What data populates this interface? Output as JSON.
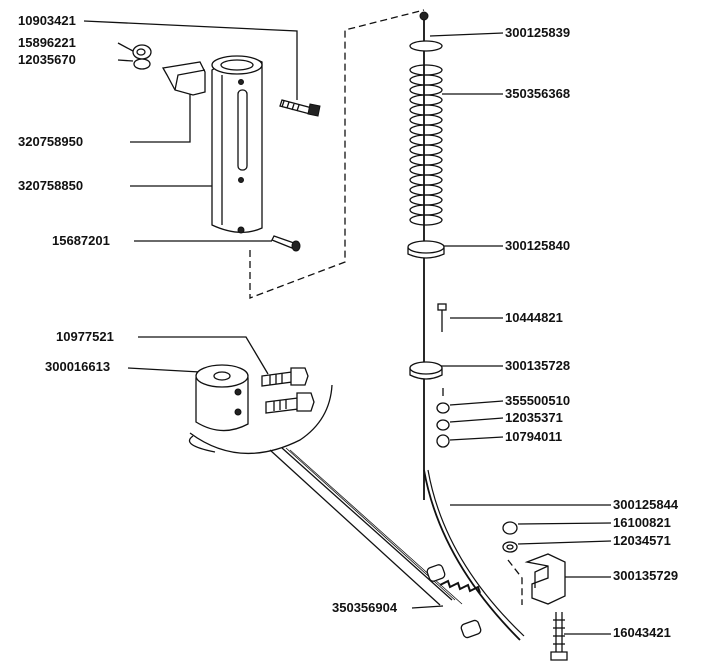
{
  "parts": [
    {
      "id": "p1",
      "number": "10903421"
    },
    {
      "id": "p2",
      "number": "15896221"
    },
    {
      "id": "p3",
      "number": "12035670"
    },
    {
      "id": "p4",
      "number": "320758950"
    },
    {
      "id": "p5",
      "number": "320758850"
    },
    {
      "id": "p6",
      "number": "15687201"
    },
    {
      "id": "p7",
      "number": "10977521"
    },
    {
      "id": "p8",
      "number": "300016613"
    },
    {
      "id": "p9",
      "number": "350356904"
    },
    {
      "id": "p10",
      "number": "300125839"
    },
    {
      "id": "p11",
      "number": "350356368"
    },
    {
      "id": "p12",
      "number": "300125840"
    },
    {
      "id": "p13",
      "number": "10444821"
    },
    {
      "id": "p14",
      "number": "300135728"
    },
    {
      "id": "p15",
      "number": "355500510"
    },
    {
      "id": "p16",
      "number": "12035371"
    },
    {
      "id": "p17",
      "number": "10794011"
    },
    {
      "id": "p18",
      "number": "300125844"
    },
    {
      "id": "p19",
      "number": "16100821"
    },
    {
      "id": "p20",
      "number": "12034571"
    },
    {
      "id": "p21",
      "number": "300135729"
    },
    {
      "id": "p22",
      "number": "16043421"
    }
  ]
}
